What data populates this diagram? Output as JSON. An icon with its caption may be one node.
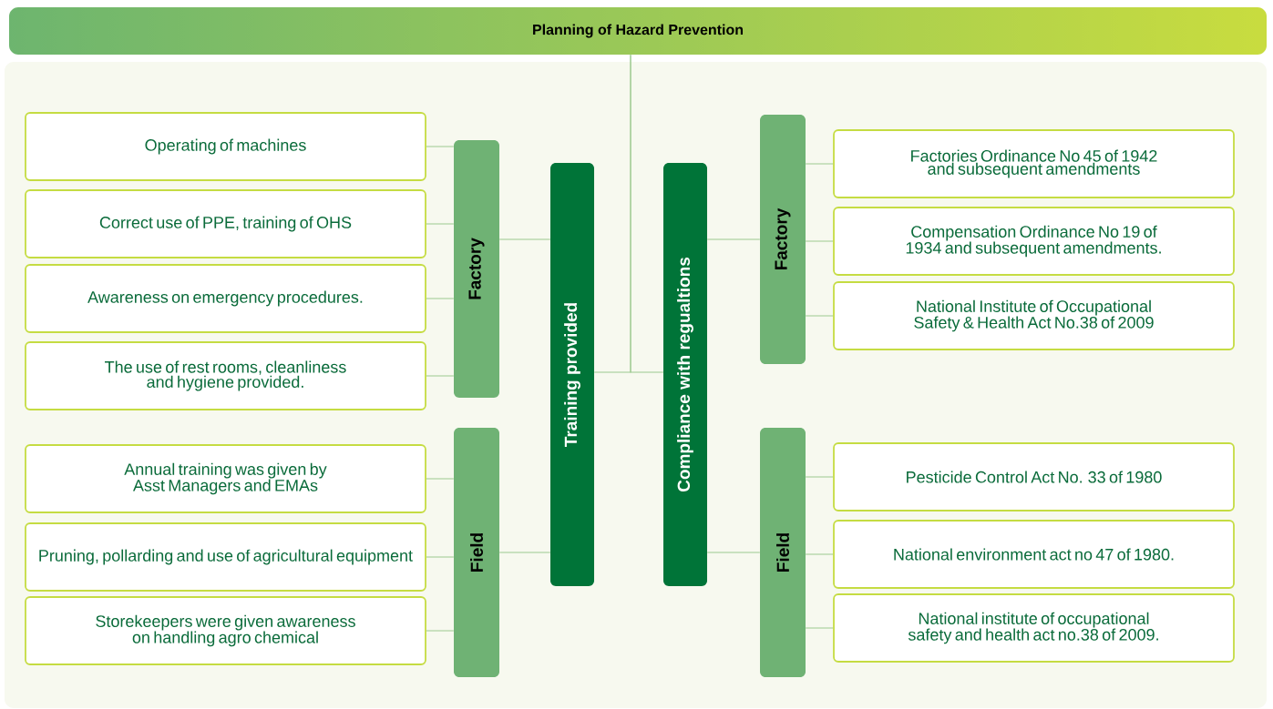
{
  "diagram": {
    "nodes": [
      {
        "text": [
          "Planning of Hazard Prevention"
        ]
      },
      {
        "text": [
          "Training provided"
        ]
      },
      {
        "text": [
          "Compliance with regualtions"
        ]
      },
      {
        "text": [
          "Factory"
        ]
      },
      {
        "text": [
          "Field"
        ]
      },
      {
        "text": [
          "Factory"
        ]
      },
      {
        "text": [
          "Field"
        ]
      },
      {
        "text": [
          "Operating of machines"
        ]
      },
      {
        "text": [
          "Correct use of PPE, training of OHS"
        ]
      },
      {
        "text": [
          "Awareness on emergency procedures."
        ]
      },
      {
        "text": [
          "The use of rest rooms, cleanliness and hygiene provided."
        ]
      },
      {
        "text": [
          "Annual training was given by Asst Managers and EMAs"
        ]
      },
      {
        "text": [
          "Pruning, pollarding and use of agricultural equipment"
        ]
      },
      {
        "text": [
          "Storekeepers were given awareness on handling agro chemical"
        ]
      },
      {
        "text": [
          "Factories Ordinance No 45 of 1942 and subsequent amendments"
        ]
      },
      {
        "text": [
          "Compensation Ordinance No 19 of 1934 and subsequent amendments."
        ]
      },
      {
        "text": [
          "National Institute of Occupational Safety & Health Act No.38 of 2009"
        ]
      },
      {
        "text": [
          "Pesticide Control Act No. 33 of 1980"
        ]
      },
      {
        "text": [
          "National environment act no 47 of 1980."
        ]
      },
      {
        "text": [
          "National institute of occupational safety and health act no.38 of 2009."
        ]
      }
    ],
    "edges": [
      {
        "from": 0,
        "to": 1,
        "arrow": "none"
      },
      {
        "from": 0,
        "to": 2,
        "arrow": "none"
      },
      {
        "from": 1,
        "to": 3,
        "arrow": "none"
      },
      {
        "from": 1,
        "to": 4,
        "arrow": "none"
      },
      {
        "from": 2,
        "to": 5,
        "arrow": "none"
      },
      {
        "from": 2,
        "to": 6,
        "arrow": "none"
      },
      {
        "from": 3,
        "to": 7,
        "arrow": "none"
      },
      {
        "from": 3,
        "to": 8,
        "arrow": "none"
      },
      {
        "from": 3,
        "to": 9,
        "arrow": "none"
      },
      {
        "from": 3,
        "to": 10,
        "arrow": "none"
      },
      {
        "from": 4,
        "to": 11,
        "arrow": "none"
      },
      {
        "from": 4,
        "to": 12,
        "arrow": "none"
      },
      {
        "from": 4,
        "to": 13,
        "arrow": "none"
      },
      {
        "from": 5,
        "to": 14,
        "arrow": "none"
      },
      {
        "from": 5,
        "to": 15,
        "arrow": "none"
      },
      {
        "from": 5,
        "to": 16,
        "arrow": "none"
      },
      {
        "from": 6,
        "to": 17,
        "arrow": "none"
      },
      {
        "from": 6,
        "to": 18,
        "arrow": "none"
      },
      {
        "from": 6,
        "to": 19,
        "arrow": "none"
      }
    ]
  }
}
